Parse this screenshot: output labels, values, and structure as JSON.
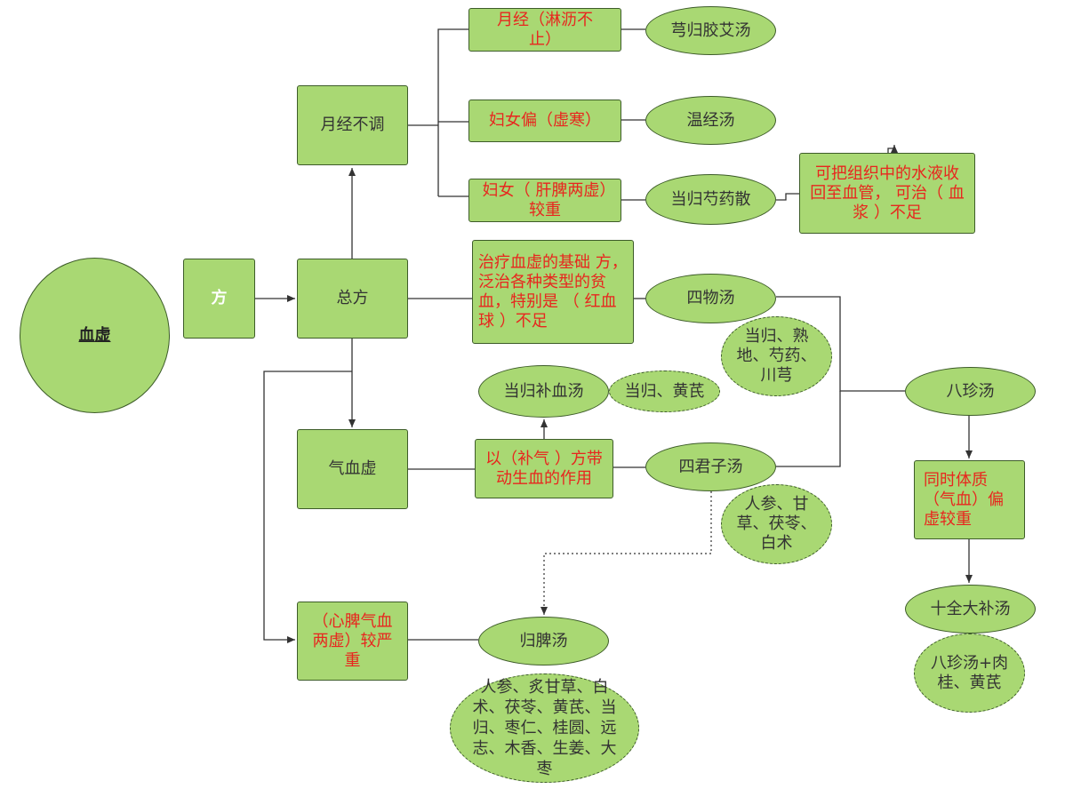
{
  "colors": {
    "node_fill": "#a9d873",
    "node_border": "#3d5c29",
    "line": "#333333",
    "accent_text": "#e8261e",
    "default_text": "#333333"
  },
  "nodes": {
    "root": "血虚",
    "fang": "方",
    "zongfang": "总方",
    "yuejing_butiao": "月经不调",
    "qixuexu": "气血虚",
    "xinpi": "（心脾气血两虚）较严重",
    "yuejing_linli": "月经（淋沥不止）",
    "funv_xuhan": "妇女偏（虚寒）",
    "funv_ganpi": "妇女（ 肝脾两虚）较重",
    "xiongguijiaoai": "芎归胶艾汤",
    "wenjing": "温经汤",
    "dangguishaoyao": "当归芍药散",
    "shuiye_note": "可把组织中的水液收回至血管， 可治（ 血浆 ）不足",
    "zhiliao_note": "治疗血虚的基础 方，泛治各种类型的贫血，特别是 （ 红血球 ）不足",
    "siwu": "四物汤",
    "siwu_ingredients": "当归、熟地、芍药、川芎",
    "danggui_buxue": "当归补血汤",
    "danggui_buxue_ingredients": "当归、黄芪",
    "buqi_note": "以（补气 ）方带动生血的作用",
    "sijunzi": "四君子汤",
    "sijunzi_ingredients": "人参、甘草、茯苓、白术",
    "bazhen": "八珍汤",
    "tongshi_note": "同时体质（气血）偏虚较重",
    "shiquan": "十全大补汤",
    "shiquan_ingredients": "八珍汤+肉桂、黄芪",
    "guipi": "归脾汤",
    "guipi_ingredients": "人参、炙甘草、白术、茯苓、黄芪、当归、枣仁、桂圆、远志、木香、生姜、大枣"
  }
}
